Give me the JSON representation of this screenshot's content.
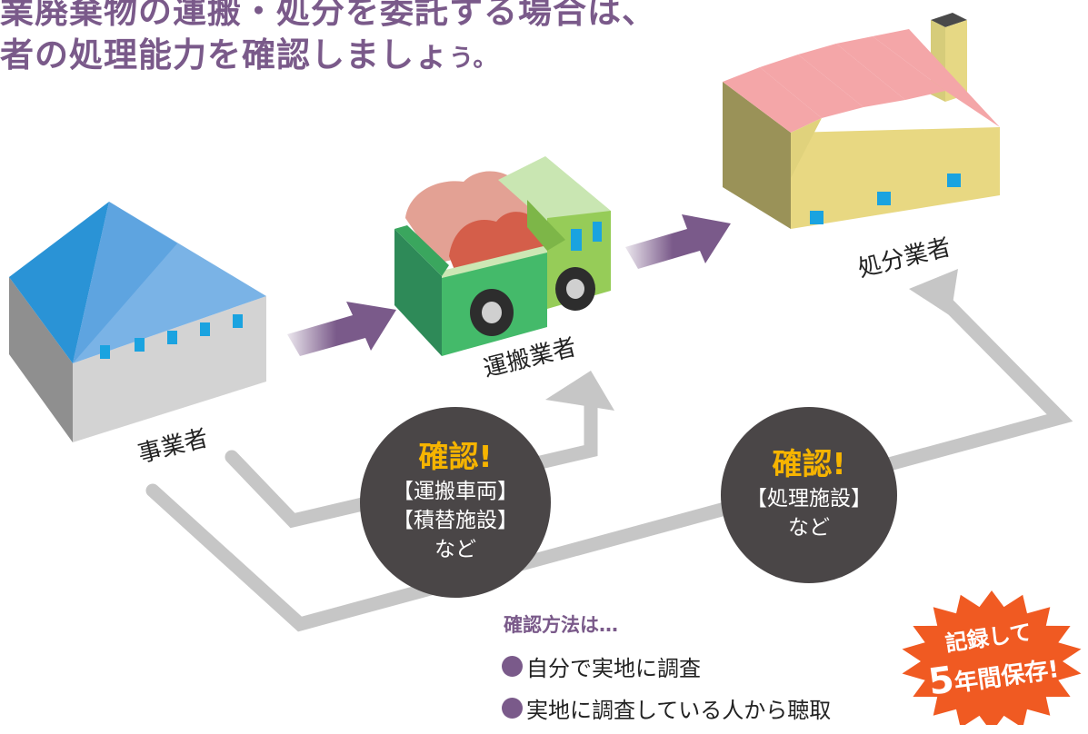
{
  "header": {
    "line1": "業廃棄物の運搬・処分を委託する場合は、",
    "line2_main": "者の処理能力を確認しましょ",
    "line2_small": "う。"
  },
  "labels": {
    "generator": "事業者",
    "transporter": "運搬業者",
    "disposer": "処分業者"
  },
  "checks": [
    {
      "head": "確認!",
      "items": [
        "【運搬車両】",
        "【積替施設】"
      ],
      "tail": "など"
    },
    {
      "head": "確認!",
      "items": [
        "【処理施設】"
      ],
      "tail": "など"
    }
  ],
  "methods": {
    "heading": "確認方法は…",
    "items": [
      "自分で実地に調査",
      "実地に調査している人から聴取"
    ]
  },
  "badge": {
    "line1": "記録して",
    "num": "5",
    "rest": "年間保存!"
  },
  "colors": {
    "accent_purple": "#7a5a8a",
    "check_yellow": "#f6b400",
    "badge_orange": "#f05a22",
    "flow_gray": "#c6c6c6"
  }
}
